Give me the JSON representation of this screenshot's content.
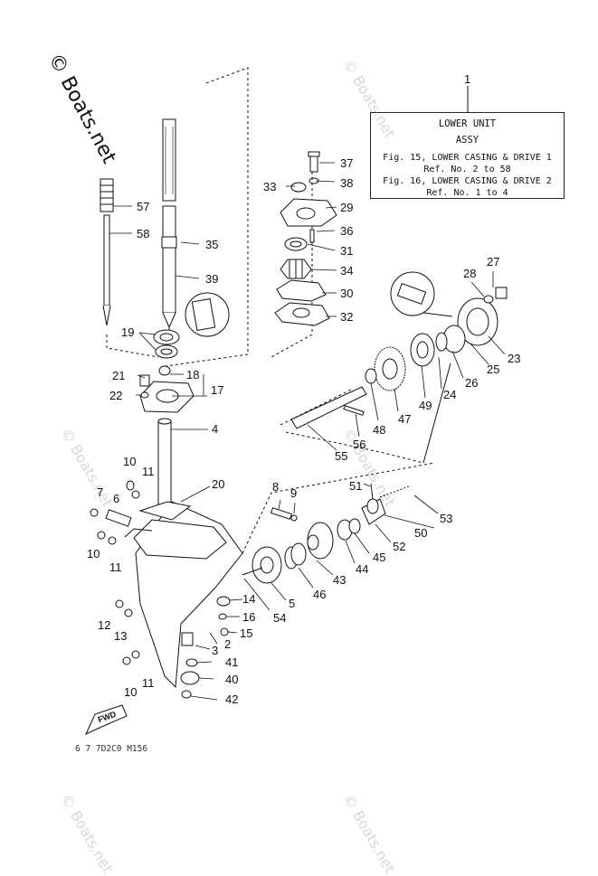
{
  "watermark_main": "© Boats.net",
  "watermark_faint": "© Boats.net",
  "legend": {
    "ref_number": "1",
    "title": "LOWER UNIT",
    "subtitle": "ASSY",
    "line1": "Fig. 15, LOWER CASING & DRIVE 1",
    "line2": "Ref. No. 2 to 58",
    "line3": "Fig. 16, LOWER CASING & DRIVE 2",
    "line4": "Ref. No. 1 to 4"
  },
  "fwd_label": "FWD",
  "drawing_code": "6 7 7D2C0 M156",
  "callouts": [
    "37",
    "38",
    "33",
    "29",
    "36",
    "31",
    "34",
    "30",
    "32",
    "57",
    "58",
    "35",
    "39",
    "19",
    "21",
    "18",
    "22",
    "17",
    "4",
    "27",
    "28",
    "23",
    "25",
    "26",
    "24",
    "49",
    "47",
    "48",
    "56",
    "55",
    "10",
    "11",
    "7",
    "6",
    "20",
    "8",
    "9",
    "51",
    "53",
    "50",
    "52",
    "45",
    "44",
    "43",
    "46",
    "5",
    "54",
    "14",
    "16",
    "15",
    "10",
    "11",
    "12",
    "13",
    "2",
    "3",
    "41",
    "40",
    "42",
    "10",
    "11"
  ]
}
